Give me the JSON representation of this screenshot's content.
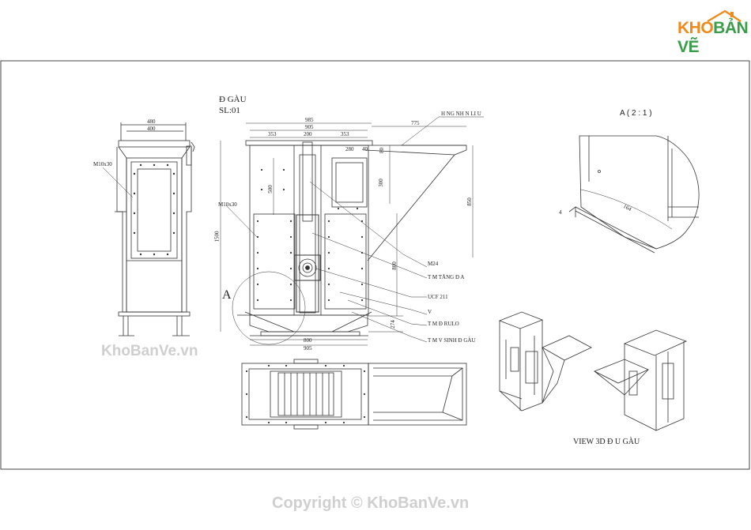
{
  "logo": {
    "part1": "KHO",
    "part2": "BẢN VẼ"
  },
  "watermark": "KhoBanVe.vn",
  "copyright": "Copyright © KhoBanVe.vn",
  "drawing": {
    "title": "Đ   GÀU",
    "qty": "SL:01",
    "side_dims": {
      "top1": "480",
      "top2": "400",
      "bolt": "M10x30"
    },
    "front_dims": {
      "d985": "985",
      "d905": "905",
      "d353a": "353",
      "d200": "200",
      "d353b": "353",
      "d775": "775",
      "d280": "280",
      "d40": "40",
      "d80": "80",
      "d500": "500",
      "d300": "300",
      "d850": "850",
      "d1500": "1500",
      "d800v": "800",
      "d274": "274",
      "d800": "800",
      "d905b": "905",
      "bolt": "M10x30"
    },
    "callouts": {
      "hopper": "H  NG NH  N LI  U",
      "m24": "M24",
      "plate": "T  M TĂNG Đ  A",
      "ucf": "UCF 211",
      "v": "V",
      "rulo": "T  M Đ   RULO",
      "clean": "T  M V   SINH Đ   GÀU"
    },
    "section_mark": "A",
    "detail": {
      "title": "A ( 2 : 1 )",
      "d4": "4",
      "d164": "164"
    },
    "view3d": "VIEW 3D Đ    U GÀU"
  }
}
